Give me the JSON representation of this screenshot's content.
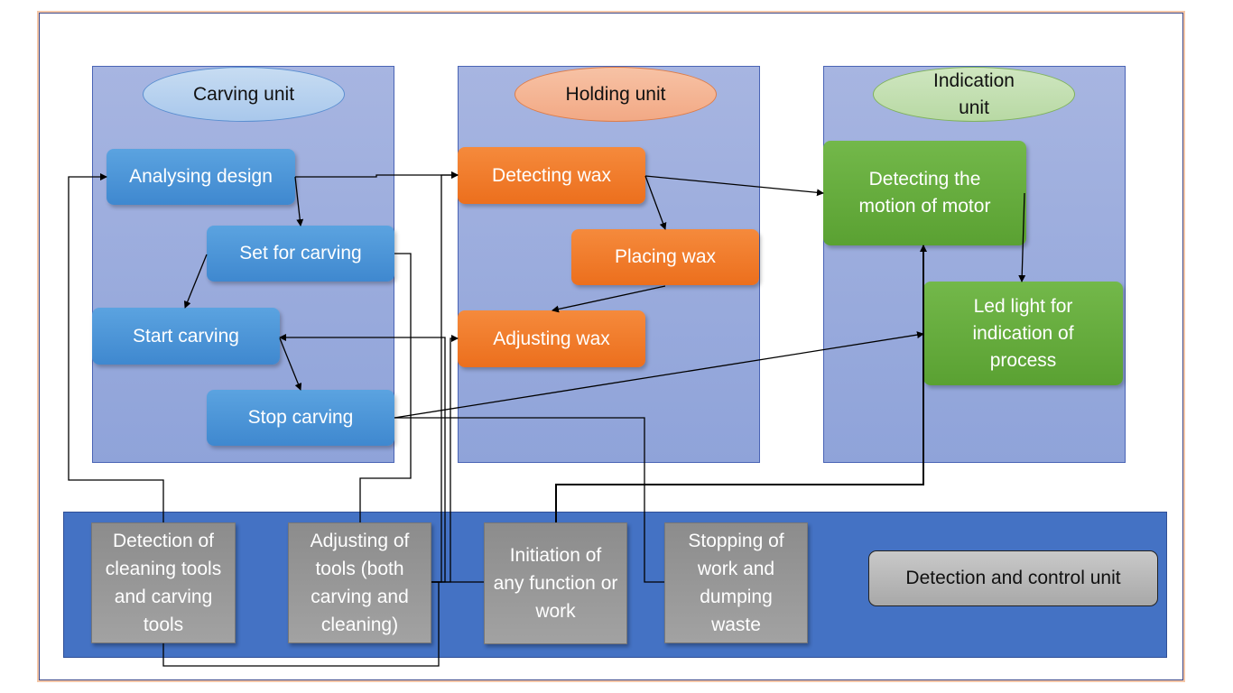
{
  "units": {
    "carving": {
      "title": "Carving unit",
      "steps": [
        "Analysing design",
        "Set for carving",
        "Start carving",
        "Stop carving"
      ]
    },
    "holding": {
      "title": "Holding unit",
      "steps": [
        "Detecting wax",
        "Placing wax",
        "Adjusting wax"
      ]
    },
    "indication": {
      "title": "Indication unit",
      "steps": [
        "Detecting the motion of motor",
        "Led light for indication of process"
      ]
    }
  },
  "control": {
    "title": "Detection and control unit",
    "boxes": [
      "Detection of cleaning tools and carving tools",
      "Adjusting of tools (both carving and cleaning)",
      "Initiation of any function or work",
      "Stopping of work and dumping waste"
    ]
  },
  "colors": {
    "panel": "#a0b0df",
    "carving_box": "#4a94d6",
    "holding_box": "#ef7a29",
    "indication_box": "#66ac3e",
    "control_band": "#4472c4",
    "control_box": "#999999"
  }
}
